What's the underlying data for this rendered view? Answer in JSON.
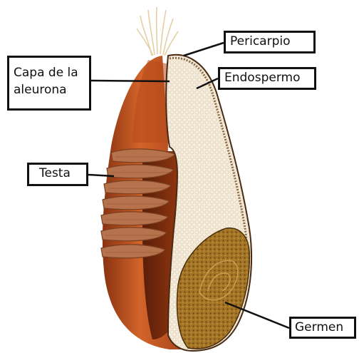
{
  "labels": {
    "pericarpio": "Pericarpio",
    "aleurona": "Capa de la\naleurona",
    "endospermo": "Endospermo",
    "testa": "Testa",
    "germen": "Germen"
  },
  "colors": {
    "outer_coat": "#c4561f",
    "outer_coat_dark": "#7a2c0d",
    "endosperm": "#f4ead8",
    "endosperm_cells": "#e2d2b8",
    "germ": "#a27425",
    "germ_dark": "#6a4612",
    "testa_layer": "#b06a43",
    "hair": "#e9d6b4",
    "outline": "#111111"
  }
}
